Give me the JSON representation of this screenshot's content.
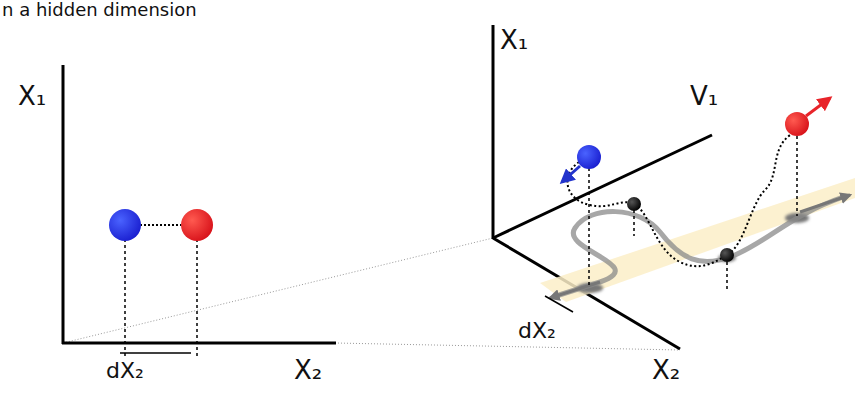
{
  "diagram": {
    "labels": [
      "n a hidden dimension",
      "X₁",
      "dX₂",
      "X₂",
      "X₁",
      "V₁",
      "dX₂",
      "X₂"
    ]
  }
}
